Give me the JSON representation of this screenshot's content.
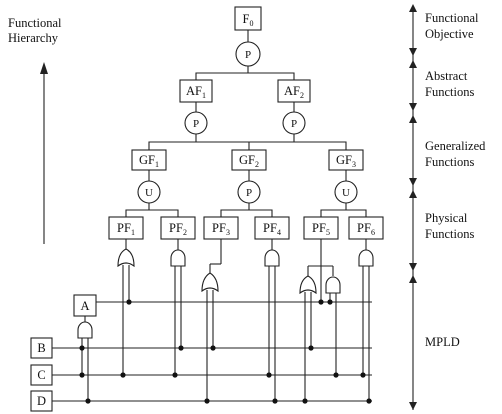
{
  "left_label": {
    "line1": "Functional",
    "line2": "Hierarchy"
  },
  "levels": [
    {
      "line1": "Functional",
      "line2": "Objective"
    },
    {
      "line1": "Abstract",
      "line2": "Functions"
    },
    {
      "line1": "Generalized",
      "line2": "Functions"
    },
    {
      "line1": "Physical",
      "line2": "Functions"
    },
    {
      "line1": "MPLD",
      "line2": ""
    }
  ],
  "nodes": {
    "f0": {
      "base": "F",
      "sub": "0"
    },
    "af1": {
      "base": "AF",
      "sub": "1"
    },
    "af2": {
      "base": "AF",
      "sub": "2"
    },
    "gf1": {
      "base": "GF",
      "sub": "1"
    },
    "gf2": {
      "base": "GF",
      "sub": "2"
    },
    "gf3": {
      "base": "GF",
      "sub": "3"
    },
    "pf1": {
      "base": "PF",
      "sub": "1"
    },
    "pf2": {
      "base": "PF",
      "sub": "2"
    },
    "pf3": {
      "base": "PF",
      "sub": "3"
    },
    "pf4": {
      "base": "PF",
      "sub": "4"
    },
    "pf5": {
      "base": "PF",
      "sub": "5"
    },
    "pf6": {
      "base": "PF",
      "sub": "6"
    }
  },
  "connectors": {
    "p_top": "P",
    "p_af1": "P",
    "p_af2": "P",
    "u_gf1": "U",
    "p_gf2": "P",
    "u_gf3": "U"
  },
  "inputs": {
    "a": "A",
    "b": "B",
    "c": "C",
    "d": "D"
  }
}
